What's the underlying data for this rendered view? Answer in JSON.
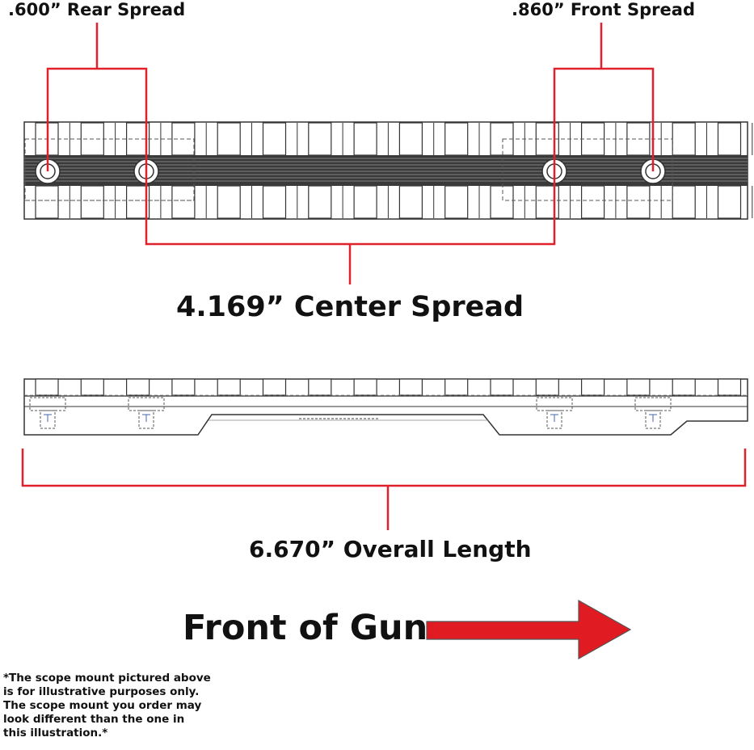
{
  "labels": {
    "rear_spread": ".600” Rear Spread",
    "front_spread": ".860” Front Spread",
    "center_spread": "4.169” Center Spread",
    "overall_length": "6.670” Overall Length",
    "front_of_gun": "Front of Gun"
  },
  "disclaimer": {
    "lines": [
      "*The scope mount pictured above",
      "is for illustrative purposes only.",
      "The scope mount you order may",
      "look different than the one in",
      "this illustration.*"
    ]
  },
  "colors": {
    "dimension_line": "#e0202a",
    "arrow_fill": "#e11b22",
    "outline": "#333333",
    "groove_dark": "#3a3a3a"
  }
}
